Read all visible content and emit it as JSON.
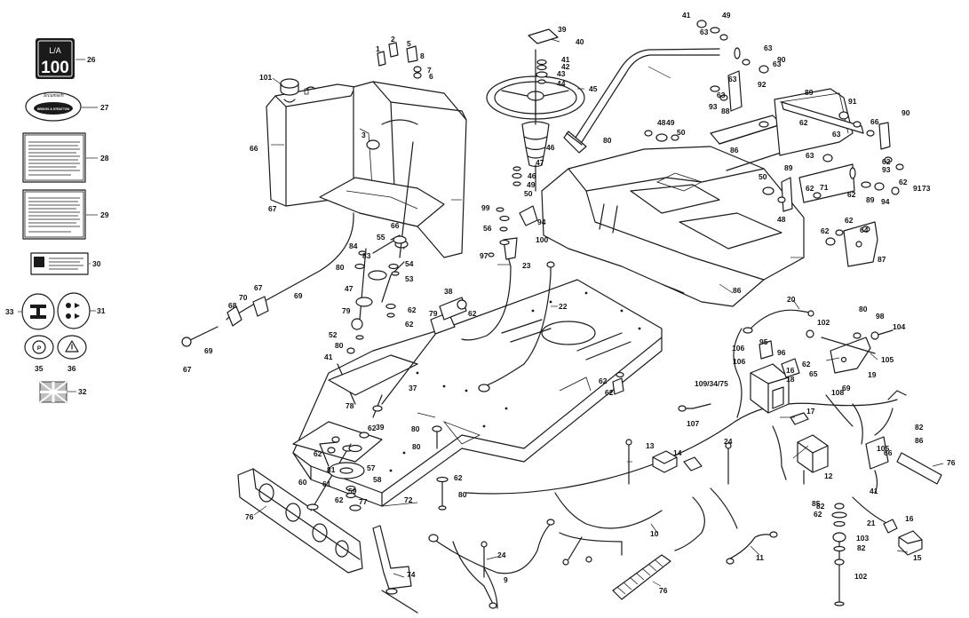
{
  "decals": {
    "hp_badge_top": "L/A",
    "hp_badge_number": "100",
    "engine_logo_top": "Tecumseh",
    "engine_logo_bottom": "BRIGGS & STRATTON"
  },
  "callouts": [
    {
      "id": "c-1",
      "text": "1"
    },
    {
      "id": "c-2",
      "text": "2"
    },
    {
      "id": "c-3",
      "text": "3"
    },
    {
      "id": "c-5",
      "text": "5"
    },
    {
      "id": "c-6",
      "text": "6"
    },
    {
      "id": "c-7",
      "text": "7"
    },
    {
      "id": "c-8",
      "text": "8"
    },
    {
      "id": "c-9",
      "text": "9"
    },
    {
      "id": "c-10",
      "text": "10"
    },
    {
      "id": "c-11",
      "text": "11"
    },
    {
      "id": "c-12",
      "text": "12"
    },
    {
      "id": "c-13",
      "text": "13"
    },
    {
      "id": "c-14",
      "text": "14"
    },
    {
      "id": "c-15",
      "text": "15"
    },
    {
      "id": "c-16a",
      "text": "16"
    },
    {
      "id": "c-16b",
      "text": "16"
    },
    {
      "id": "c-17",
      "text": "17"
    },
    {
      "id": "c-18",
      "text": "18"
    },
    {
      "id": "c-19",
      "text": "19"
    },
    {
      "id": "c-20",
      "text": "20"
    },
    {
      "id": "c-21",
      "text": "21"
    },
    {
      "id": "c-22",
      "text": "22"
    },
    {
      "id": "c-23",
      "text": "23"
    },
    {
      "id": "c-24a",
      "text": "24"
    },
    {
      "id": "c-24b",
      "text": "24"
    },
    {
      "id": "c-26",
      "text": "26"
    },
    {
      "id": "c-27",
      "text": "27"
    },
    {
      "id": "c-28",
      "text": "28"
    },
    {
      "id": "c-29",
      "text": "29"
    },
    {
      "id": "c-30",
      "text": "30"
    },
    {
      "id": "c-31",
      "text": "31"
    },
    {
      "id": "c-32",
      "text": "32"
    },
    {
      "id": "c-33",
      "text": "33"
    },
    {
      "id": "c-35",
      "text": "35"
    },
    {
      "id": "c-36",
      "text": "36"
    },
    {
      "id": "c-37",
      "text": "37"
    },
    {
      "id": "c-38",
      "text": "38"
    },
    {
      "id": "c-39a",
      "text": "39"
    },
    {
      "id": "c-39b",
      "text": "39"
    },
    {
      "id": "c-40",
      "text": "40"
    },
    {
      "id": "c-41a",
      "text": "41"
    },
    {
      "id": "c-41b",
      "text": "41"
    },
    {
      "id": "c-41c",
      "text": "41"
    },
    {
      "id": "c-41d",
      "text": "41"
    },
    {
      "id": "c-42",
      "text": "42"
    },
    {
      "id": "c-43",
      "text": "43"
    },
    {
      "id": "c-44",
      "text": "44"
    },
    {
      "id": "c-45",
      "text": "45"
    },
    {
      "id": "c-46a",
      "text": "46"
    },
    {
      "id": "c-46b",
      "text": "46"
    },
    {
      "id": "c-47a",
      "text": "47"
    },
    {
      "id": "c-47b",
      "text": "47"
    },
    {
      "id": "c-48a",
      "text": "48"
    },
    {
      "id": "c-48b",
      "text": "48"
    },
    {
      "id": "c-49a",
      "text": "49"
    },
    {
      "id": "c-49b",
      "text": "49"
    },
    {
      "id": "c-49c",
      "text": "49"
    },
    {
      "id": "c-50a",
      "text": "50"
    },
    {
      "id": "c-50b",
      "text": "50"
    },
    {
      "id": "c-50c",
      "text": "50"
    },
    {
      "id": "c-52",
      "text": "52"
    },
    {
      "id": "c-53",
      "text": "53"
    },
    {
      "id": "c-54",
      "text": "54"
    },
    {
      "id": "c-55",
      "text": "55"
    },
    {
      "id": "c-56",
      "text": "56"
    },
    {
      "id": "c-57",
      "text": "57"
    },
    {
      "id": "c-58",
      "text": "58"
    },
    {
      "id": "c-59",
      "text": "59"
    },
    {
      "id": "c-60",
      "text": "60"
    },
    {
      "id": "c-61",
      "text": "61"
    },
    {
      "id": "c-62a",
      "text": "62"
    },
    {
      "id": "c-62b",
      "text": "62"
    },
    {
      "id": "c-62c",
      "text": "62"
    },
    {
      "id": "c-62d",
      "text": "62"
    },
    {
      "id": "c-62e",
      "text": "62"
    },
    {
      "id": "c-62f",
      "text": "62"
    },
    {
      "id": "c-62g",
      "text": "62"
    },
    {
      "id": "c-62h",
      "text": "62"
    },
    {
      "id": "c-62i",
      "text": "62"
    },
    {
      "id": "c-62j",
      "text": "62"
    },
    {
      "id": "c-62k",
      "text": "62"
    },
    {
      "id": "c-62l",
      "text": "62"
    },
    {
      "id": "c-62m",
      "text": "62"
    },
    {
      "id": "c-62n",
      "text": "62"
    },
    {
      "id": "c-62o",
      "text": "62"
    },
    {
      "id": "c-62p",
      "text": "62"
    },
    {
      "id": "c-62q",
      "text": "62"
    },
    {
      "id": "c-62r",
      "text": "62"
    },
    {
      "id": "c-63a",
      "text": "63"
    },
    {
      "id": "c-63b",
      "text": "63"
    },
    {
      "id": "c-63c",
      "text": "63"
    },
    {
      "id": "c-63d",
      "text": "63"
    },
    {
      "id": "c-63e",
      "text": "63"
    },
    {
      "id": "c-63f",
      "text": "63"
    },
    {
      "id": "c-63g",
      "text": "63"
    },
    {
      "id": "c-64",
      "text": "64"
    },
    {
      "id": "c-65",
      "text": "65"
    },
    {
      "id": "c-66a",
      "text": "66"
    },
    {
      "id": "c-66b",
      "text": "66"
    },
    {
      "id": "c-66c",
      "text": "66"
    },
    {
      "id": "c-66d",
      "text": "66"
    },
    {
      "id": "c-67a",
      "text": "67"
    },
    {
      "id": "c-67b",
      "text": "67"
    },
    {
      "id": "c-67c",
      "text": "67"
    },
    {
      "id": "c-68",
      "text": "68"
    },
    {
      "id": "c-69a",
      "text": "69"
    },
    {
      "id": "c-69b",
      "text": "69"
    },
    {
      "id": "c-69c",
      "text": "69"
    },
    {
      "id": "c-70",
      "text": "70"
    },
    {
      "id": "c-71",
      "text": "71"
    },
    {
      "id": "c-72",
      "text": "72"
    },
    {
      "id": "c-73",
      "text": "73"
    },
    {
      "id": "c-74",
      "text": "74"
    },
    {
      "id": "c-76a",
      "text": "76"
    },
    {
      "id": "c-76b",
      "text": "76"
    },
    {
      "id": "c-76c",
      "text": "76"
    },
    {
      "id": "c-77",
      "text": "77"
    },
    {
      "id": "c-78",
      "text": "78"
    },
    {
      "id": "c-79a",
      "text": "79"
    },
    {
      "id": "c-79b",
      "text": "79"
    },
    {
      "id": "c-80a",
      "text": "80"
    },
    {
      "id": "c-80b",
      "text": "80"
    },
    {
      "id": "c-80c",
      "text": "80"
    },
    {
      "id": "c-80d",
      "text": "80"
    },
    {
      "id": "c-80e",
      "text": "80"
    },
    {
      "id": "c-80f",
      "text": "80"
    },
    {
      "id": "c-80g",
      "text": "80"
    },
    {
      "id": "c-81",
      "text": "81"
    },
    {
      "id": "c-82a",
      "text": "82"
    },
    {
      "id": "c-82b",
      "text": "82"
    },
    {
      "id": "c-82c",
      "text": "82"
    },
    {
      "id": "c-83",
      "text": "83"
    },
    {
      "id": "c-84",
      "text": "84"
    },
    {
      "id": "c-85",
      "text": "85"
    },
    {
      "id": "c-86a",
      "text": "86"
    },
    {
      "id": "c-86b",
      "text": "86"
    },
    {
      "id": "c-86c",
      "text": "86"
    },
    {
      "id": "c-87",
      "text": "87"
    },
    {
      "id": "c-88",
      "text": "88"
    },
    {
      "id": "c-89a",
      "text": "89"
    },
    {
      "id": "c-89b",
      "text": "89"
    },
    {
      "id": "c-89c",
      "text": "89"
    },
    {
      "id": "c-90a",
      "text": "90"
    },
    {
      "id": "c-90b",
      "text": "90"
    },
    {
      "id": "c-91a",
      "text": "91"
    },
    {
      "id": "c-91b",
      "text": "91"
    },
    {
      "id": "c-92",
      "text": "92"
    },
    {
      "id": "c-93a",
      "text": "93"
    },
    {
      "id": "c-93b",
      "text": "93"
    },
    {
      "id": "c-94a",
      "text": "94"
    },
    {
      "id": "c-94b",
      "text": "94"
    },
    {
      "id": "c-95",
      "text": "95"
    },
    {
      "id": "c-96",
      "text": "96"
    },
    {
      "id": "c-97",
      "text": "97"
    },
    {
      "id": "c-98",
      "text": "98"
    },
    {
      "id": "c-99",
      "text": "99"
    },
    {
      "id": "c-100",
      "text": "100"
    },
    {
      "id": "c-101",
      "text": "101"
    },
    {
      "id": "c-102a",
      "text": "102"
    },
    {
      "id": "c-102b",
      "text": "102"
    },
    {
      "id": "c-103",
      "text": "103"
    },
    {
      "id": "c-104",
      "text": "104"
    },
    {
      "id": "c-105a",
      "text": "105"
    },
    {
      "id": "c-105b",
      "text": "105"
    },
    {
      "id": "c-106a",
      "text": "106"
    },
    {
      "id": "c-106b",
      "text": "106"
    },
    {
      "id": "c-107",
      "text": "107"
    },
    {
      "id": "c-108",
      "text": "108"
    },
    {
      "id": "c-109",
      "text": "109/34/75"
    }
  ]
}
